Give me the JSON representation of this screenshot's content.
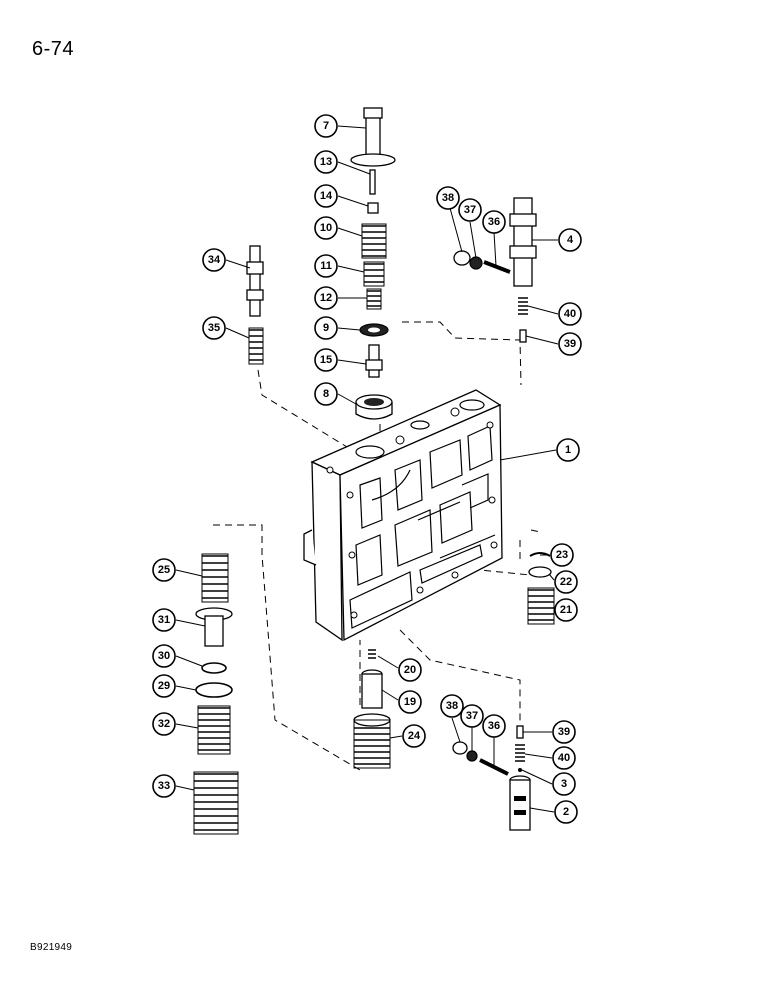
{
  "page": {
    "number": "6-74",
    "reference_code": "B921949"
  },
  "callouts": [
    "7",
    "13",
    "14",
    "10",
    "11",
    "12",
    "9",
    "15",
    "8",
    "34",
    "35",
    "38",
    "37",
    "36",
    "4",
    "40",
    "39",
    "1",
    "23",
    "22",
    "21",
    "25",
    "31",
    "30",
    "29",
    "32",
    "33",
    "20",
    "19",
    "24",
    "38",
    "37",
    "36",
    "39",
    "40",
    "3",
    "2"
  ]
}
